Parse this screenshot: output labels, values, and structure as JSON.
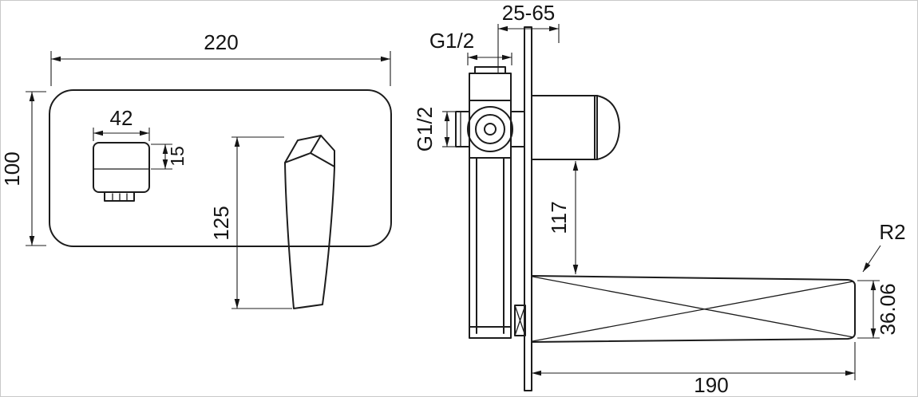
{
  "meta": {
    "drawing_type": "faucet installation dimension drawing",
    "colors": {
      "ink": "#1c1c1c",
      "frame": "#c9c9c9",
      "background": "#ffffff"
    }
  },
  "front_view": {
    "overall_width": "220",
    "overall_height": "100",
    "spout_width": "42",
    "spout_lip_height": "15",
    "handle_length": "125"
  },
  "side_view": {
    "wall_thickness_range": "25-65",
    "inlet_thread_top": "G1/2",
    "inlet_thread_side": "G1/2",
    "spout_drop": "117",
    "spout_edge_radius": "R2",
    "spout_height": "36.06",
    "spout_length": "190"
  }
}
